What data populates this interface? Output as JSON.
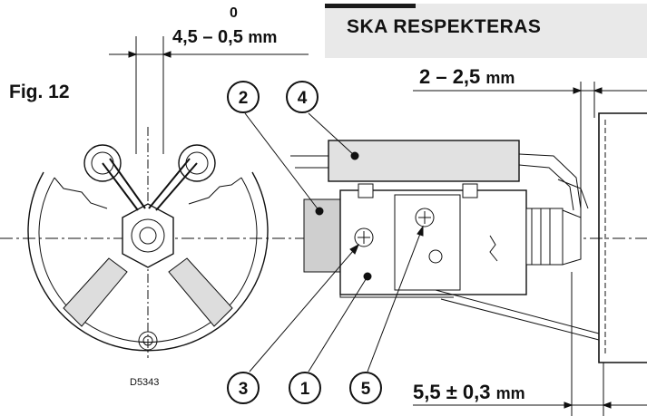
{
  "header": {
    "title": "SKA  RESPEKTERAS"
  },
  "figure": {
    "label": "Fig. 12",
    "drawing_code": "D5343"
  },
  "dimensions": {
    "electrode_gap": {
      "tolerance_upper": "0",
      "value": "4,5 – 0,5",
      "unit": "mm"
    },
    "electrode_tip_to_disc": {
      "value": "2 – 2,5",
      "unit": "mm"
    },
    "disc_to_nozzle": {
      "value": "5,5 ± 0,3",
      "unit": "mm"
    }
  },
  "callouts": [
    "2",
    "4",
    "3",
    "1",
    "5"
  ]
}
